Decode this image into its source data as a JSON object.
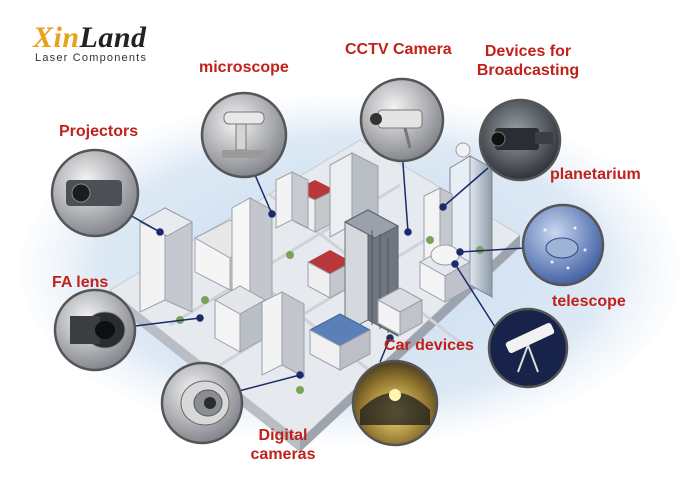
{
  "logo": {
    "name_part1": "Xin",
    "name_part2": "Land",
    "tagline": "Laser Components"
  },
  "labels": {
    "microscope": "microscope",
    "cctv": "CCTV Camera",
    "broadcasting_line1": "Devices for",
    "broadcasting_line2": "Broadcasting",
    "projectors": "Projectors",
    "planetarium": "planetarium",
    "fa_lens": "FA lens",
    "telescope": "telescope",
    "car_devices": "Car devices",
    "digital_line1": "Digital",
    "digital_line2": "cameras"
  },
  "colors": {
    "label": "#c0211a",
    "logo_accent": "#e8a21a",
    "connector": "#1a2a6c"
  }
}
